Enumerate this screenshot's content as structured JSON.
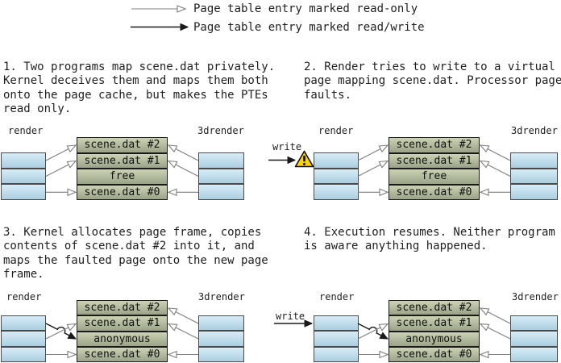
{
  "legend": {
    "read_only_label": "Page table entry marked read-only",
    "read_write_label": "Page table entry marked read/write"
  },
  "panels": [
    {
      "step_caption": "1. Two programs map scene.dat privately.\nKernel deceives them and maps them both\nonto the page cache, but makes the PTEs\nread only.",
      "process_left": "render",
      "process_right": "3drender",
      "cache_rows": [
        "scene.dat #2",
        "scene.dat #1",
        "free",
        "scene.dat #0"
      ]
    },
    {
      "step_caption": "2. Render tries to write to a virtual\npage mapping scene.dat. Processor page\nfaults.",
      "process_left": "render",
      "process_right": "3drender",
      "write_label": "write",
      "cache_rows": [
        "scene.dat #2",
        "scene.dat #1",
        "free",
        "scene.dat #0"
      ]
    },
    {
      "step_caption": "3. Kernel allocates page frame, copies\ncontents of scene.dat #2 into it, and\nmaps the faulted page onto the new page\nframe.",
      "process_left": "render",
      "process_right": "3drender",
      "cache_rows": [
        "scene.dat #2",
        "scene.dat #1",
        "anonymous",
        "scene.dat #0"
      ]
    },
    {
      "step_caption": "4. Execution resumes. Neither program\nis aware anything happened.",
      "process_left": "render",
      "process_right": "3drender",
      "write_label": "write",
      "cache_rows": [
        "scene.dat #2",
        "scene.dat #1",
        "anonymous",
        "scene.dat #0"
      ]
    }
  ],
  "colors": {
    "page_cache_top": "#ccd3b4",
    "page_cache_bottom": "#9aa288",
    "page_table_top": "#d8edf7",
    "page_table_bottom": "#aacee0",
    "arrow_read_only": "#7f7f7f",
    "arrow_read_write": "#1a1a1a",
    "warning_fill": "#ffd200"
  }
}
